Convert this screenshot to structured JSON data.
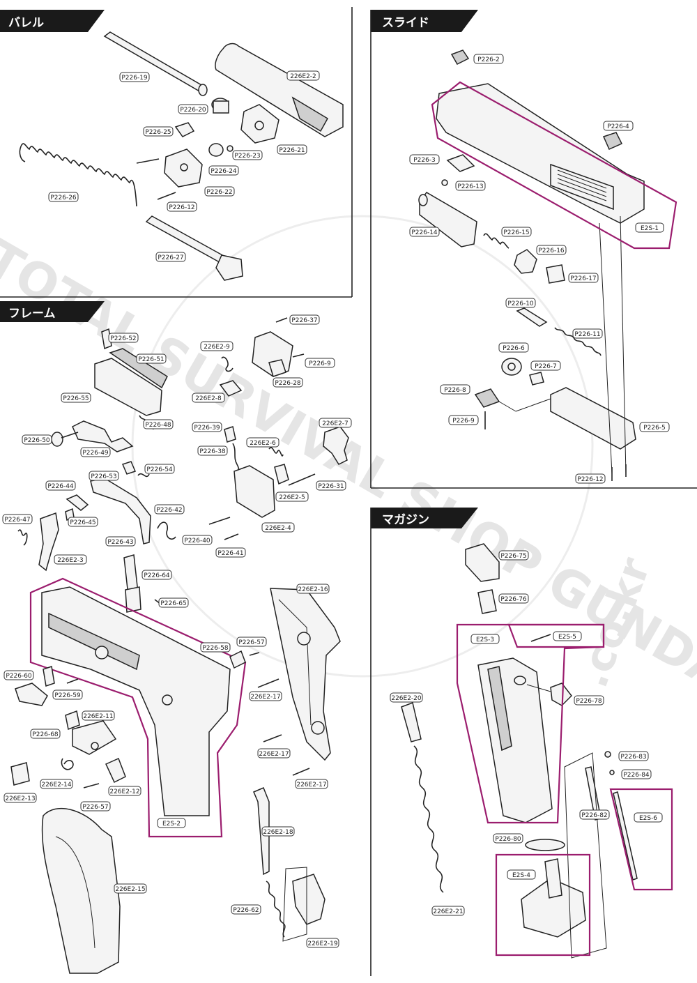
{
  "sections": {
    "barrel": "バレル",
    "frame": "フレーム",
    "slide": "スライド",
    "magazine": "マガジン"
  },
  "watermark": {
    "line1": "TOTAL SURVIVAL SHOP GUNDAY",
    "line2": ".co.kr"
  },
  "colors": {
    "header_bg": "#1a1a1a",
    "group_outline": "#9b1d6e",
    "line": "#222222"
  },
  "labels": {
    "p226_19": "P226-19",
    "e2_2": "226E2-2",
    "p226_20": "P226-20",
    "p226_25": "P226-25",
    "p226_23": "P226-23",
    "p226_21": "P226-21",
    "p226_24": "P226-24",
    "p226_22": "P226-22",
    "p226_26": "P226-26",
    "p226_12a": "P226-12",
    "p226_27": "P226-27",
    "p226_2": "P226-2",
    "p226_4": "P226-4",
    "p226_3": "P226-3",
    "p226_13": "P226-13",
    "e2s_1": "E2S-1",
    "p226_14": "P226-14",
    "p226_15": "P226-15",
    "p226_16": "P226-16",
    "p226_17": "P226-17",
    "p226_10": "P226-10",
    "p226_11": "P226-11",
    "p226_6": "P226-6",
    "p226_7": "P226-7",
    "p226_8": "P226-8",
    "p226_9a": "P226-9",
    "p226_5": "P226-5",
    "p226_12b": "P226-12",
    "p226_52": "P226-52",
    "p226_51": "P226-51",
    "p226_55": "P226-55",
    "p226_48": "P226-48",
    "p226_50": "P226-50",
    "p226_49": "P226-49",
    "p226_53": "P226-53",
    "p226_54": "P226-54",
    "p226_44": "P226-44",
    "p226_47": "P226-47",
    "p226_45": "P226-45",
    "p226_43": "P226-43",
    "p226_42": "P226-42",
    "e2_3": "226E2-3",
    "p226_37": "P226-37",
    "e2_9": "226E2-9",
    "p226_9b": "P226-9",
    "p226_28": "P226-28",
    "e2_8": "226E2-8",
    "p226_39": "P226-39",
    "e2_7": "226E2-7",
    "e2_6": "226E2-6",
    "p226_38": "P226-38",
    "p226_31": "P226-31",
    "e2_5": "226E2-5",
    "e2_4": "226E2-4",
    "p226_40": "P226-40",
    "p226_41": "P226-41",
    "p226_64": "P226-64",
    "p226_65": "P226-65",
    "p226_58": "P226-58",
    "p226_57a": "P226-57",
    "e2_16": "226E2-16",
    "p226_60": "P226-60",
    "p226_59": "P226-59",
    "e2_17a": "226E2-17",
    "e2_11": "226E2-11",
    "p226_68": "P226-68",
    "e2_17b": "226E2-17",
    "e2_14": "226E2-14",
    "e2_12": "226E2-12",
    "e2_17c": "226E2-17",
    "e2_13": "226E2-13",
    "p226_57b": "P226-57",
    "e2s_2": "E2S-2",
    "e2_18": "226E2-18",
    "e2_15": "226E2-15",
    "p226_62": "P226-62",
    "e2_19": "226E2-19",
    "p226_75": "P226-75",
    "p226_76": "P226-76",
    "e2s_3": "E2S-3",
    "e2s_5": "E2S-5",
    "e2_20": "226E2-20",
    "p226_78": "P226-78",
    "p226_83": "P226-83",
    "p226_84": "P226-84",
    "e2s_6": "E2S-6",
    "p226_82": "P226-82",
    "p226_80": "P226-80",
    "e2s_4": "E2S-4",
    "e2_21": "226E2-21"
  }
}
